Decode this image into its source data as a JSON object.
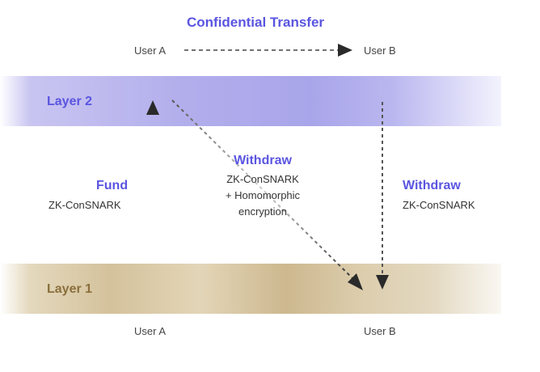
{
  "title": "Confidential Transfer",
  "top": {
    "user_a": "User A",
    "user_b": "User B"
  },
  "layers": {
    "layer2": "Layer 2",
    "layer1": "Layer 1"
  },
  "fund": {
    "heading": "Fund",
    "method": "ZK-ConSNARK"
  },
  "center_withdraw": {
    "heading": "Withdraw",
    "line1": "ZK-ConSNARK",
    "line2": "+ Homomorphic",
    "line3": "encryption"
  },
  "right_withdraw": {
    "heading": "Withdraw",
    "method": "ZK-ConSNARK"
  },
  "bottom": {
    "user_a": "User A",
    "user_b": "User B"
  },
  "colors": {
    "accent": "#5a55e0",
    "layer1_text": "#8a6f3c",
    "arrow": "#333333"
  }
}
